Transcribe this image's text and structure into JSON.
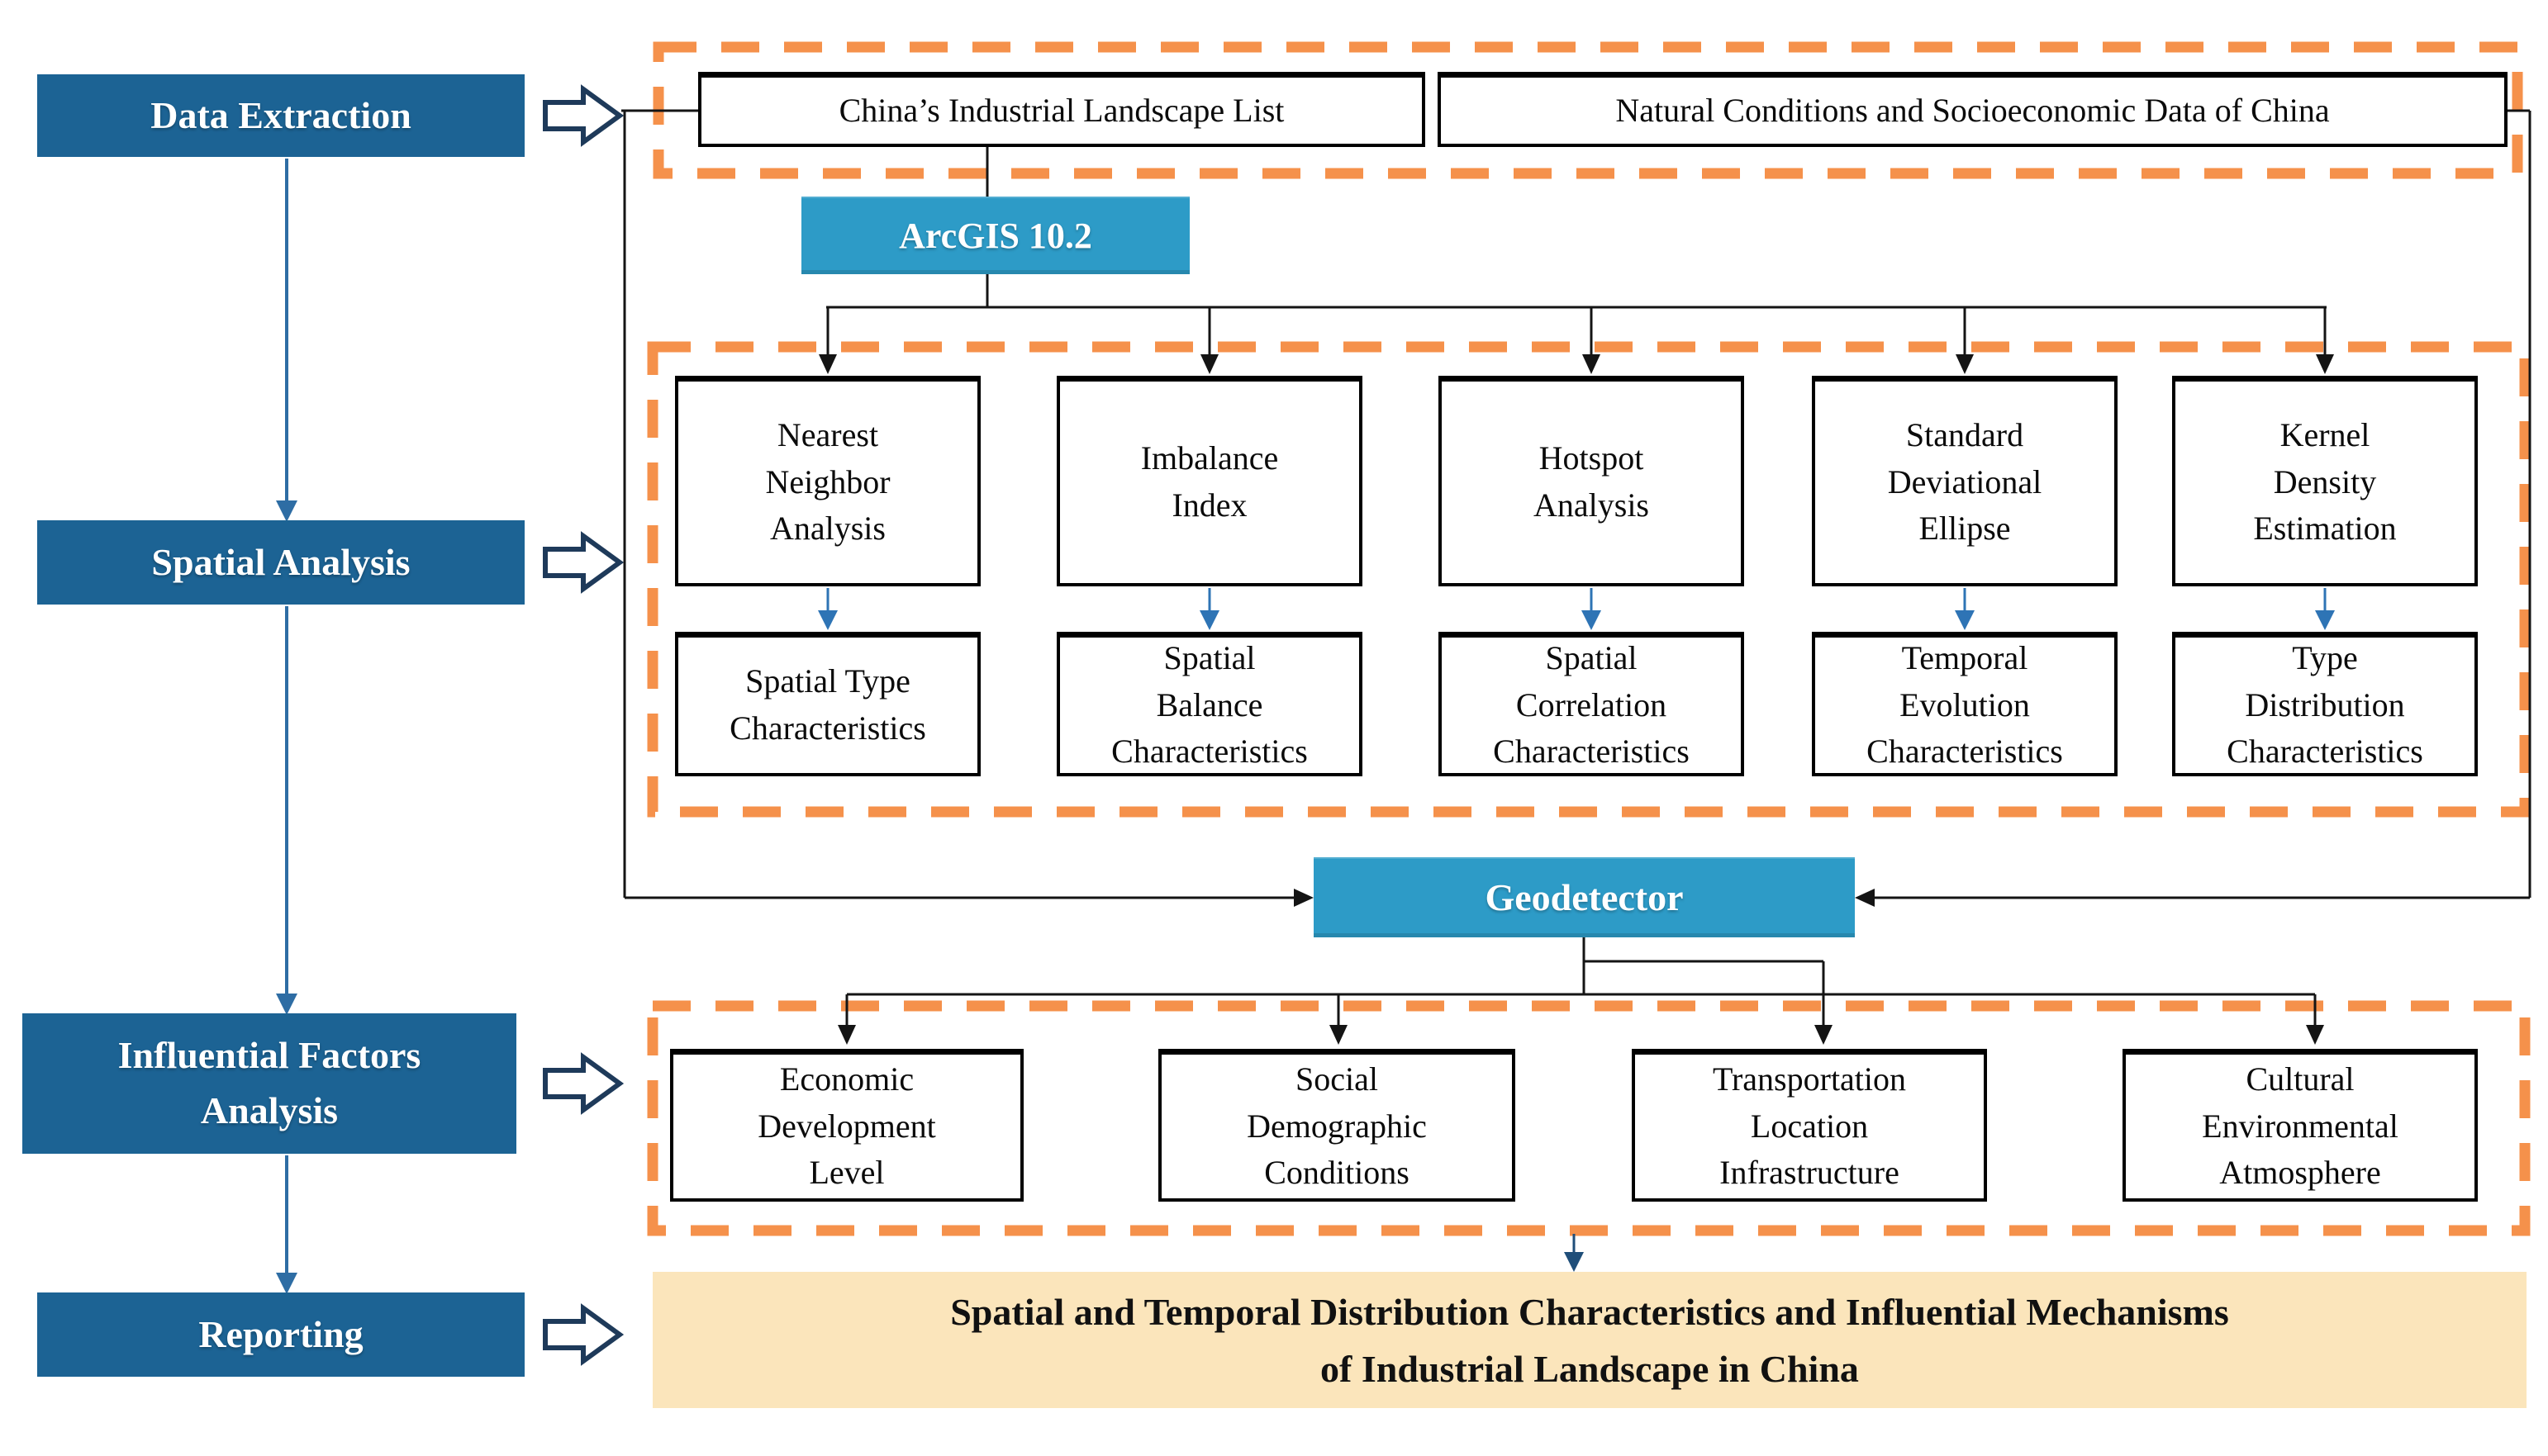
{
  "title": "Research framework flowchart: spatial-temporal analysis of industrial landscape in China",
  "colors": {
    "stage_bg": "#1C6394",
    "tool_bg": "#2D9BC7",
    "dash_orange": "#F5914B",
    "result_bg": "#FBE5BB",
    "flow_blue": "#2E6DA4",
    "arrow_blue": "#2E74B5",
    "navy": "#1F4E79",
    "line_black": "#141414",
    "box_border": "#000000"
  },
  "stages": [
    {
      "label": "Data Extraction"
    },
    {
      "label": "Spatial Analysis"
    },
    {
      "label": "Influential Factors\nAnalysis"
    },
    {
      "label": "Reporting"
    }
  ],
  "sources": [
    {
      "label": "China’s Industrial Landscape List"
    },
    {
      "label": "Natural Conditions and Socioeconomic Data of China"
    }
  ],
  "tools": {
    "arcgis": {
      "label": "ArcGIS 10.2"
    },
    "geodetector": {
      "label": "Geodetector"
    }
  },
  "methods": [
    {
      "label": "Nearest\nNeighbor\nAnalysis"
    },
    {
      "label": "Imbalance\nIndex"
    },
    {
      "label": "Hotspot\nAnalysis"
    },
    {
      "label": "Standard\nDeviational\nEllipse"
    },
    {
      "label": "Kernel\nDensity\nEstimation"
    }
  ],
  "outputs": [
    {
      "label": "Spatial Type\nCharacteristics"
    },
    {
      "label": "Spatial\nBalance\nCharacteristics"
    },
    {
      "label": "Spatial\nCorrelation\nCharacteristics"
    },
    {
      "label": "Temporal\nEvolution\nCharacteristics"
    },
    {
      "label": "Type\nDistribution\nCharacteristics"
    }
  ],
  "factors": [
    {
      "label": "Economic\nDevelopment\nLevel"
    },
    {
      "label": "Social\nDemographic\nConditions"
    },
    {
      "label": "Transportation\nLocation\nInfrastructure"
    },
    {
      "label": "Cultural\nEnvironmental\nAtmosphere"
    }
  ],
  "result": {
    "label": "Spatial and Temporal Distribution Characteristics and Influential Mechanisms\nof Industrial Landscape in China"
  }
}
